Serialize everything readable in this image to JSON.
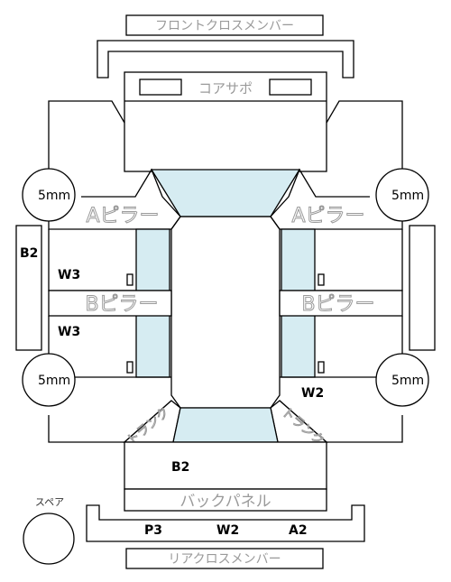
{
  "labels": {
    "front_cross_member": "フロントクロスメンバー",
    "core_support": "コアサポ",
    "a_pillar_left": "Aピラー",
    "a_pillar_right": "Aピラー",
    "b_pillar_left": "Bピラー",
    "b_pillar_right": "Bピラー",
    "back_panel": "バックパネル",
    "rear_cross_member": "リアクロスメンバー",
    "spare": "スペア",
    "trunk_left": "トランク",
    "trunk_right": "トランク"
  },
  "tire_marks": {
    "front_left": "5mm",
    "front_right": "5mm",
    "rear_left": "5mm",
    "rear_right": "5mm"
  },
  "damage_codes": {
    "b2_left_side": "B2",
    "w3_front_left_door": "W3",
    "w3_rear_left_door": "W3",
    "w2_rear_right": "W2",
    "b2_trunk": "B2",
    "p3_rear": "P3",
    "w2_rear": "W2",
    "a2_rear": "A2"
  },
  "colors": {
    "glass": "#d6ecf2",
    "outline": "#000000",
    "label_gray": "#9a9a9a"
  }
}
